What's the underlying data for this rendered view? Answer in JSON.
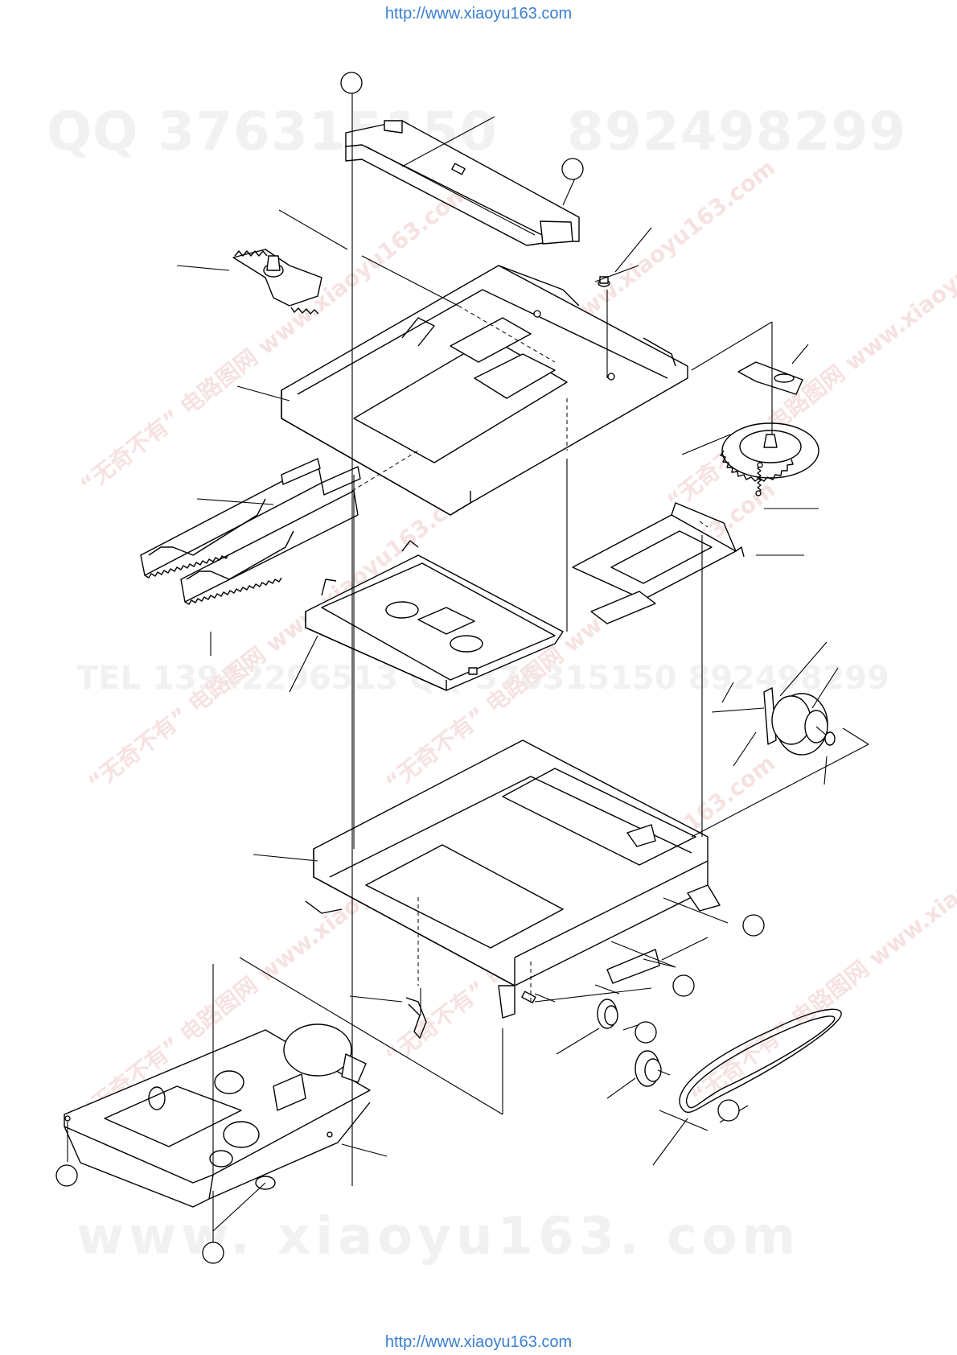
{
  "header": {
    "url_top": "http://www.xiaoyu163.com"
  },
  "footer": {
    "url_bottom": "http://www.xiaoyu163.com"
  },
  "watermarks": {
    "qq_left": "QQ 376315150",
    "qq_right": "892498299",
    "tel": "TEL 13942296513   QQ 376315150   892498299",
    "site": "www. xiaoyu163. com",
    "diagonal": "“无奇不有” 电路图网 www.xiaoyu163.com"
  },
  "colors": {
    "url": "#3a7fd0",
    "line": "#000000",
    "watermark": "#f1f1f1"
  }
}
